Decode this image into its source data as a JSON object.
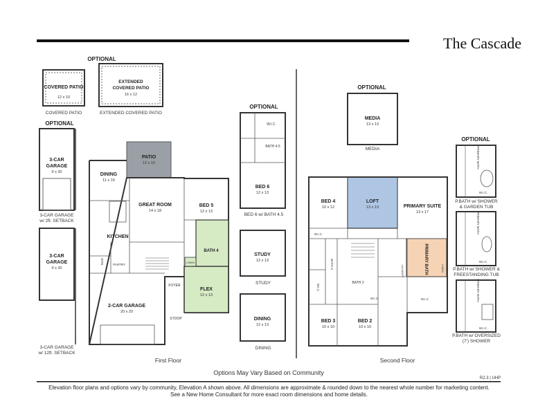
{
  "title": "The Cascade",
  "optional": "OPTIONAL",
  "first_floor": "First Floor",
  "second_floor": "Second Floor",
  "community_note": "Options May Vary Based on Community",
  "revision": "R2.3 | UHP",
  "footer_line1": "Elevation floor plans and options vary by community, Elevation A shown above. All dimensions are approximate & rounded down to the nearest whole number for marketing content.",
  "footer_line2": "See a New Home Consultant for more exact room dimensions and home details.",
  "captions": {
    "covered_patio": "COVERED PATIO",
    "extended_covered_patio": "EXTENDED COVERED PATIO",
    "garage_2ft_a": "3-CAR GARAGE",
    "garage_2ft_b": "w/ 2ft. SETBACK",
    "garage_12ft_a": "3-CAR GARAGE",
    "garage_12ft_b": "w/ 12ft. SETBACK",
    "bed6_bath": "BED 6 w/ BATH 4.5",
    "study": "STUDY",
    "dining": "DINING",
    "media": "MEDIA",
    "pbath_garden_a": "P.BATH w/ SHOWER",
    "pbath_garden_b": "& GARDEN TUB",
    "pbath_free_a": "P.BATH w/ SHOWER &",
    "pbath_free_b": "FREESTANDING TUB",
    "pbath_shower_a": "P.BATH w/ OVERSIZED",
    "pbath_shower_b": "(7') SHOWER"
  },
  "rooms": {
    "covered_patio": {
      "name": "COVERED PATIO",
      "dim": "12 x 10"
    },
    "ext_patio": {
      "name": "EXTENDED COVERED PATIO",
      "dim": "16 x 12"
    },
    "garage3a": {
      "name": "3-CAR GARAGE",
      "dim": "9 x 20"
    },
    "garage3b": {
      "name": "3-CAR GARAGE",
      "dim": "9 x 20"
    },
    "patio": {
      "name": "PATIO",
      "dim": "12 x 10"
    },
    "dining": {
      "name": "DINING",
      "dim": "11 x 10"
    },
    "great_room": {
      "name": "GREAT ROOM",
      "dim": "14 x 18"
    },
    "kitchen": {
      "name": "KITCHEN"
    },
    "pantry": {
      "name": "PANTRY"
    },
    "mud": {
      "name": "MUD"
    },
    "bed5": {
      "name": "BED 5",
      "dim": "12 x 13"
    },
    "bath4": {
      "name": "BATH 4"
    },
    "linen": {
      "name": "LINEN"
    },
    "foyer": {
      "name": "FOYER"
    },
    "stoop": {
      "name": "STOOP"
    },
    "flex": {
      "name": "FLEX",
      "dim": "12 x 13"
    },
    "garage2": {
      "name": "2-CAR GARAGE",
      "dim": "20 x 20"
    },
    "opt_wic": {
      "name": "W.I.C."
    },
    "opt_bath45": {
      "name": "BATH 4.5"
    },
    "bed6": {
      "name": "BED 6",
      "dim": "12 x 13"
    },
    "study": {
      "name": "STUDY",
      "dim": "12 x 13"
    },
    "dining_opt": {
      "name": "DINING",
      "dim": "12 x 13"
    },
    "media": {
      "name": "MEDIA",
      "dim": "13 x 13"
    },
    "bed4": {
      "name": "BED 4",
      "dim": "10 x 12"
    },
    "loft": {
      "name": "LOFT",
      "dim": "13 x 13"
    },
    "primary_suite": {
      "name": "PRIMARY SUITE",
      "dim": "13 x 17"
    },
    "primary_bath": {
      "name": "PRIMARY BATH"
    },
    "wic_bed4": {
      "name": "W.I.C."
    },
    "bath3": {
      "name": "BATH 3"
    },
    "wic_bed3": {
      "name": "W.I.C."
    },
    "bath2": {
      "name": "BATH 2"
    },
    "wic_bed2": {
      "name": "W.I.C."
    },
    "laundry": {
      "name": "LAUNDRY"
    },
    "linen2": {
      "name": "LINEN"
    },
    "wic_primary": {
      "name": "W.I.C."
    },
    "bed3": {
      "name": "BED 3",
      "dim": "10 x 10"
    },
    "bed2": {
      "name": "BED 2",
      "dim": "10 x 10"
    },
    "pb_opt1": {
      "name": "PRIMARY BATH"
    },
    "pb_opt1_wic": {
      "name": "W.I.C."
    },
    "pb_opt2": {
      "name": "PRIMARY BATH"
    },
    "pb_opt2_wic": {
      "name": "W.I.C."
    },
    "pb_opt3": {
      "name": "PRIMARY BATH"
    },
    "pb_opt3_wic": {
      "name": "W.I.C."
    }
  },
  "colors": {
    "gray_fill": "#9aa0a6",
    "green_fill": "#d6eac4",
    "blue_fill": "#aec6e4",
    "peach_fill": "#f5d3b4",
    "wall": "#333333"
  }
}
